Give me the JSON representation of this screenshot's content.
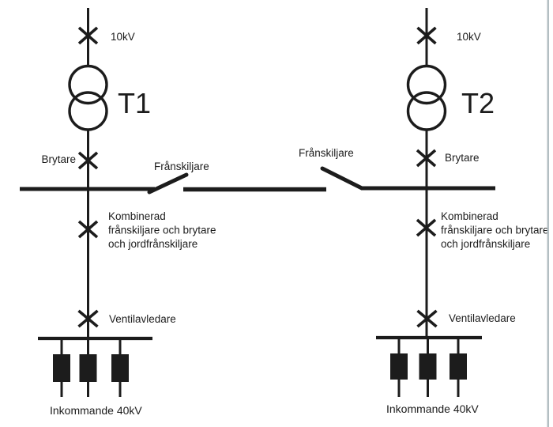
{
  "diagram": {
    "background": "#ffffff",
    "line_color": "#1c1c1c",
    "page_border_color": "#b4bfc3",
    "busbar": {
      "disconnector_label_left": "Frånskiljare",
      "disconnector_label_right": "Frånskiljare"
    },
    "feeders": [
      {
        "id": "left",
        "hv_voltage_label": "10kV",
        "transformer_label": "T1",
        "breaker_label": "Brytare",
        "combined_switch_label_lines": [
          "Kombinerad",
          "frånskiljare och brytare",
          "och jordfrånskiljare"
        ],
        "surge_arrester_label": "Ventilavledare",
        "incoming_label": "Inkommande 40kV"
      },
      {
        "id": "right",
        "hv_voltage_label": "10kV",
        "transformer_label": "T2",
        "breaker_label": "Brytare",
        "combined_switch_label_lines": [
          "Kombinerad",
          "frånskiljare och brytare",
          "och jordfrånskiljare"
        ],
        "surge_arrester_label": "Ventilavledare",
        "incoming_label": "Inkommande 40kV"
      }
    ]
  }
}
